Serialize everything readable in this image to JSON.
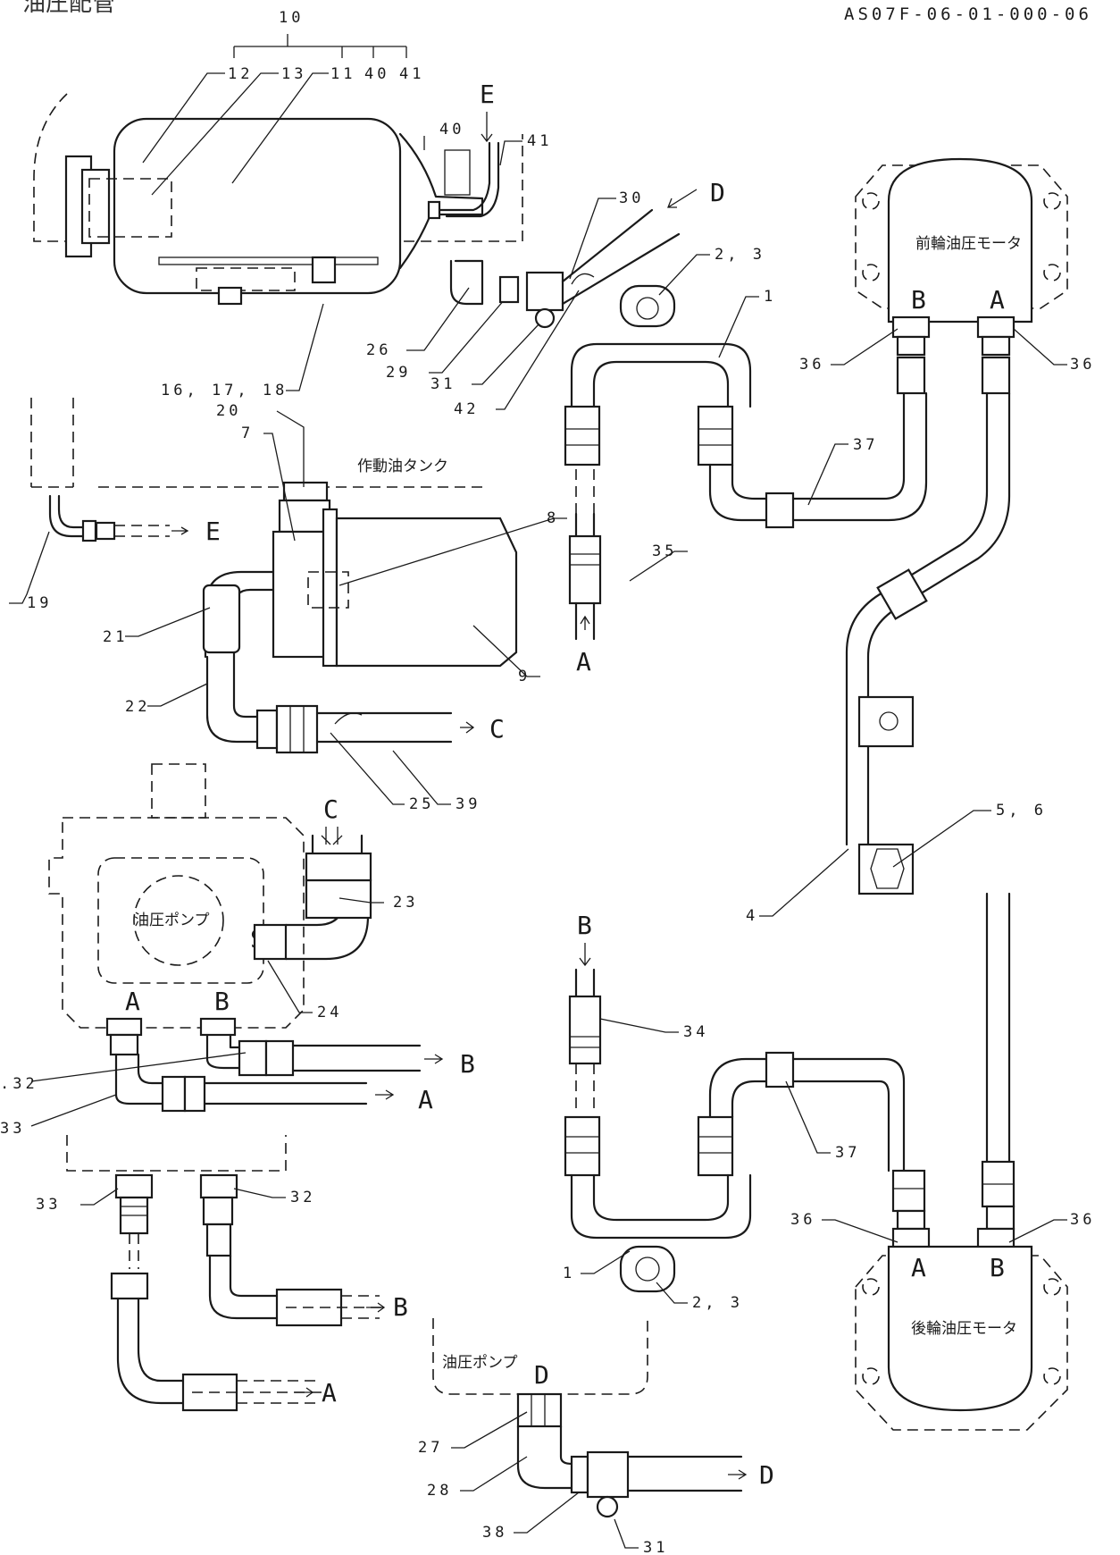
{
  "header": {
    "title": "油圧配管",
    "drawing_number": "AS07F-06-01-000-06"
  },
  "parts": {
    "p10": "10",
    "p12": "12",
    "p13": "13",
    "p11": "11",
    "p40": "40",
    "p41": "41",
    "p40b": "40",
    "p41b": "41",
    "p16": "16, 17, 18",
    "p26": "26",
    "p29": "29",
    "p31": "31",
    "p42": "42",
    "p30": "30",
    "p23a": "2, 3",
    "p1a": "1",
    "p36a": "36",
    "p36b": "36",
    "p37a": "37",
    "p35": "35",
    "p20": "20",
    "p7": "7",
    "p8": "8",
    "p9": "9",
    "p19": "19",
    "p21": "21",
    "p22": "22",
    "p25": "25",
    "p39": "39",
    "p56": "5, 6",
    "p4": "4",
    "p23": "23",
    "p24": "24",
    "p32a": ".32",
    "p33a": "33",
    "p34": "34",
    "p37b": "37",
    "p36c": "36",
    "p36d": "36",
    "p33b": "33",
    "p32b": "32",
    "p1b": "1",
    "p23b": "2, 3",
    "p27": "27",
    "p28": "28",
    "p38": "38",
    "p31b": "31"
  },
  "flow_labels": {
    "e_top": "E",
    "d_top": "D",
    "e_mid": "E",
    "a_up": "A",
    "c_out": "C",
    "c_in": "C",
    "port_s": "S",
    "port_a1": "A",
    "port_b1": "B",
    "b_out1": "B",
    "a_out1": "A",
    "port_a2": "A",
    "port_b2": "B",
    "b_out2": "B",
    "a_out2": "A",
    "b_down": "B",
    "port_d": "D",
    "d_out": "D",
    "front_a": "A",
    "front_b": "B",
    "rear_a": "A",
    "rear_b": "B"
  },
  "components": {
    "front_motor": "前輪油圧モータ",
    "rear_motor": "後輪油圧モータ",
    "hydraulic_pump": "油圧ポンプ",
    "hydraulic_pump_bottom": "油圧ポンプ",
    "oil_tank": "作動油タンク"
  }
}
